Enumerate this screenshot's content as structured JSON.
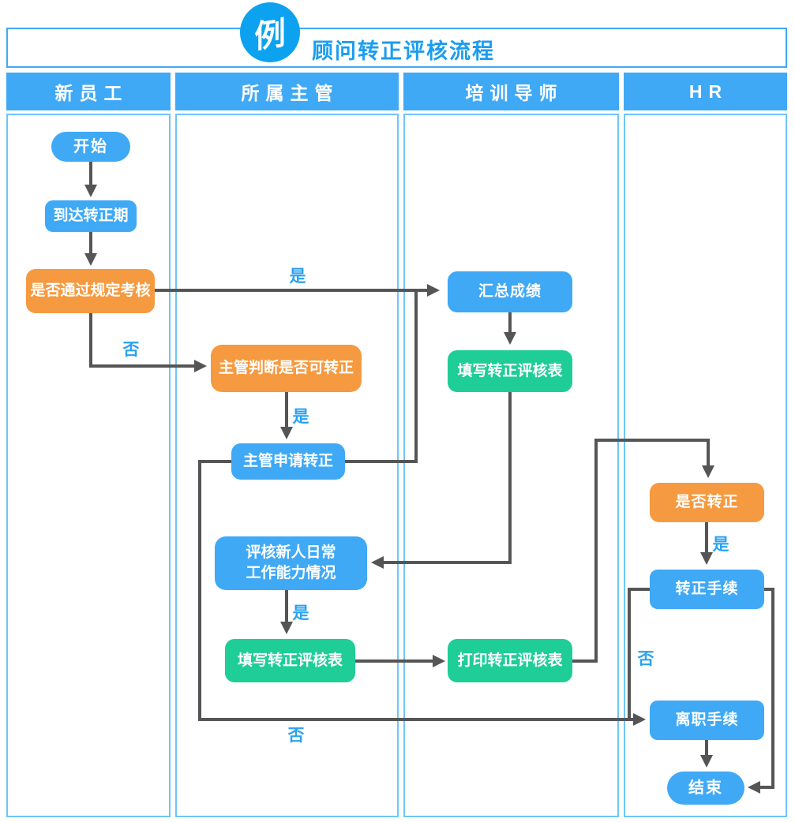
{
  "header": {
    "badge": "例",
    "title": "顾问转正评核流程"
  },
  "lanes": [
    {
      "name": "新员工"
    },
    {
      "name": "所属主管"
    },
    {
      "name": "培训导师"
    },
    {
      "name": "HR"
    }
  ],
  "nodes": {
    "start": {
      "label": "开始",
      "shape": "terminal",
      "color": "blue",
      "lane": "新员工"
    },
    "reach_period": {
      "label": "到达转正期",
      "shape": "process",
      "color": "blue",
      "lane": "新员工"
    },
    "pass_exam": {
      "label": "是否通过规定考核",
      "shape": "decision",
      "color": "orange",
      "lane": "新员工"
    },
    "supervisor_judge": {
      "label": "主管判断是否可转正",
      "shape": "decision",
      "color": "orange",
      "lane": "所属主管"
    },
    "supervisor_apply": {
      "label": "主管申请转正",
      "shape": "process",
      "color": "blue",
      "lane": "所属主管"
    },
    "evaluate_daily": {
      "label": "评核新人日常工作能力情况",
      "line1": "评核新人日常",
      "line2": "工作能力情况",
      "shape": "process",
      "color": "blue",
      "lane": "所属主管"
    },
    "fill_form_supervisor": {
      "label": "填写转正评核表",
      "shape": "process",
      "color": "green",
      "lane": "所属主管"
    },
    "summarize_scores": {
      "label": "汇总成绩",
      "shape": "process",
      "color": "blue",
      "lane": "培训导师"
    },
    "fill_form_mentor": {
      "label": "填写转正评核表",
      "shape": "process",
      "color": "green",
      "lane": "培训导师"
    },
    "print_form": {
      "label": "打印转正评核表",
      "shape": "process",
      "color": "green",
      "lane": "培训导师"
    },
    "is_regularized": {
      "label": "是否转正",
      "shape": "decision",
      "color": "orange",
      "lane": "HR"
    },
    "regularization_procedure": {
      "label": "转正手续",
      "shape": "process",
      "color": "blue",
      "lane": "HR"
    },
    "resignation_procedure": {
      "label": "离职手续",
      "shape": "process",
      "color": "blue",
      "lane": "HR"
    },
    "end": {
      "label": "结束",
      "shape": "terminal",
      "color": "blue",
      "lane": "HR"
    }
  },
  "edge_labels": {
    "yes": "是",
    "no": "否"
  },
  "edges": [
    {
      "from": "开始",
      "to": "到达转正期",
      "label": ""
    },
    {
      "from": "到达转正期",
      "to": "是否通过规定考核",
      "label": ""
    },
    {
      "from": "是否通过规定考核",
      "to": "汇总成绩",
      "label": "是"
    },
    {
      "from": "是否通过规定考核",
      "to": "主管判断是否可转正",
      "label": "否"
    },
    {
      "from": "主管判断是否可转正",
      "to": "主管申请转正",
      "label": "是"
    },
    {
      "from": "主管申请转正",
      "to": "汇总成绩",
      "label": ""
    },
    {
      "from": "主管申请转正",
      "to": "离职手续",
      "label": "否"
    },
    {
      "from": "汇总成绩",
      "to": "填写转正评核表(培训导师)",
      "label": ""
    },
    {
      "from": "填写转正评核表(培训导师)",
      "to": "评核新人日常工作能力情况",
      "label": ""
    },
    {
      "from": "评核新人日常工作能力情况",
      "to": "填写转正评核表(所属主管)",
      "label": "是"
    },
    {
      "from": "填写转正评核表(所属主管)",
      "to": "打印转正评核表",
      "label": ""
    },
    {
      "from": "打印转正评核表",
      "to": "是否转正",
      "label": ""
    },
    {
      "from": "是否转正",
      "to": "转正手续",
      "label": "是"
    },
    {
      "from": "转正手续",
      "to": "离职手续",
      "label": "否"
    },
    {
      "from": "转正手续",
      "to": "结束",
      "label": ""
    },
    {
      "from": "离职手续",
      "to": "结束",
      "label": ""
    }
  ],
  "colors": {
    "node_blue": "#3FA9F5",
    "node_orange": "#F59A40",
    "node_green": "#1FCD96",
    "header_blue": "#3FA9F5",
    "badge_blue": "#0CA2EF",
    "title_text": "#1B9DF0",
    "lane_border": "#6EC6F8",
    "connector_gray": "#555555",
    "edge_label_blue": "#29A2F1"
  }
}
